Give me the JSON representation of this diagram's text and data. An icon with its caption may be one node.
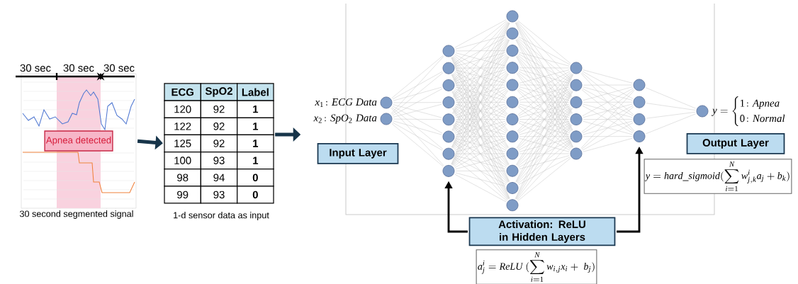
{
  "diagram": {
    "nodes": [
      {
        "text": [],
        "shape": "picture",
        "beside": [
          "30 second segmented signal"
        ]
      },
      {
        "text": [
          "Apnea detected"
        ],
        "in": 0
      },
      {
        "text": [
          "ECG",
          "SpO2",
          "Label",
          "120",
          "92",
          "1",
          "122",
          "92",
          "1",
          "125",
          "92",
          "1",
          "100",
          "93",
          "1",
          "98",
          "94",
          "0",
          "99",
          "93",
          "0"
        ],
        "beside": [
          "1-d sensor data as input"
        ]
      },
      {
        "text": [
          "Input Layer"
        ]
      },
      {
        "text": [],
        "shape": "circle",
        "beside": [
          "x_1\\colon ECG\\ Data"
        ]
      },
      {
        "text": [],
        "shape": "circle",
        "beside": [
          "x_2\\colon SpO_2\\ Data"
        ]
      },
      {
        "text": [],
        "shape": "circle"
      },
      {
        "text": [],
        "shape": "circle"
      },
      {
        "text": [],
        "shape": "circle"
      },
      {
        "text": [],
        "shape": "circle"
      },
      {
        "text": [],
        "shape": "circle"
      },
      {
        "text": [],
        "shape": "circle"
      },
      {
        "text": [],
        "shape": "circle"
      },
      {
        "text": [],
        "shape": "circle"
      },
      {
        "text": [],
        "shape": "circle"
      },
      {
        "text": [],
        "shape": "circle"
      },
      {
        "text": [],
        "shape": "circle"
      },
      {
        "text": [],
        "shape": "circle"
      },
      {
        "text": [],
        "shape": "circle"
      },
      {
        "text": [],
        "shape": "circle"
      },
      {
        "text": [],
        "shape": "circle"
      },
      {
        "text": [],
        "shape": "circle"
      },
      {
        "text": [],
        "shape": "circle"
      },
      {
        "text": [],
        "shape": "circle"
      },
      {
        "text": [],
        "shape": "circle"
      },
      {
        "text": [],
        "shape": "circle"
      },
      {
        "text": [],
        "shape": "circle"
      },
      {
        "text": [],
        "shape": "circle"
      },
      {
        "text": [],
        "shape": "circle"
      },
      {
        "text": [],
        "shape": "circle"
      },
      {
        "text": [],
        "shape": "circle"
      },
      {
        "text": [],
        "shape": "circle"
      },
      {
        "text": [],
        "shape": "circle"
      },
      {
        "text": [],
        "shape": "circle"
      },
      {
        "text": [],
        "shape": "circle"
      },
      {
        "text": [],
        "shape": "circle"
      },
      {
        "text": [],
        "shape": "circle",
        "beside": [
          "y=\\begin{cases}1\\colon Apnea\\\\0\\colon Normal\\end{cases}"
        ]
      },
      {
        "text": [
          "Output Layer"
        ]
      },
      {
        "text": [
          "y=hard\\_sigmoid(\\sum_{i=1}^{N}w_{j,k}^{i}a_j+b_k)"
        ]
      },
      {
        "text": [
          "Activation: ReLU in Hidden Layers"
        ]
      },
      {
        "text": [
          "a_j^i=ReLU\\ (\\sum_{i=1}^{N}w_{i,j}x_i+\\ b_j)"
        ]
      }
    ],
    "edges": [
      {
        "from": 0,
        "to": 2,
        "arrow": "to",
        "style": "thick",
        "color": "#17354a"
      },
      {
        "from": 2,
        "to": null,
        "arrow": "to",
        "style": "thick",
        "color": "#17354a"
      },
      {
        "from": 39,
        "to": 13,
        "arrow": "to",
        "style": "thick",
        "color": "#000000"
      },
      {
        "from": 39,
        "to": 35,
        "arrow": "to",
        "style": "thick",
        "color": "#000000"
      },
      {
        "from": 4,
        "to": 6,
        "arrow": "none"
      },
      {
        "from": 4,
        "to": 7,
        "arrow": "none"
      },
      {
        "from": 4,
        "to": 8,
        "arrow": "none"
      },
      {
        "from": 4,
        "to": 9,
        "arrow": "none"
      },
      {
        "from": 4,
        "to": 10,
        "arrow": "none"
      },
      {
        "from": 4,
        "to": 11,
        "arrow": "none"
      },
      {
        "from": 4,
        "to": 12,
        "arrow": "none"
      },
      {
        "from": 4,
        "to": 13,
        "arrow": "none"
      },
      {
        "from": 5,
        "to": 6,
        "arrow": "none"
      },
      {
        "from": 5,
        "to": 7,
        "arrow": "none"
      },
      {
        "from": 5,
        "to": 8,
        "arrow": "none"
      },
      {
        "from": 5,
        "to": 9,
        "arrow": "none"
      },
      {
        "from": 5,
        "to": 10,
        "arrow": "none"
      },
      {
        "from": 5,
        "to": 11,
        "arrow": "none"
      },
      {
        "from": 5,
        "to": 12,
        "arrow": "none"
      },
      {
        "from": 5,
        "to": 13,
        "arrow": "none"
      },
      {
        "from": 6,
        "to": 14,
        "arrow": "none"
      },
      {
        "from": 6,
        "to": 15,
        "arrow": "none"
      },
      {
        "from": 6,
        "to": 16,
        "arrow": "none"
      },
      {
        "from": 6,
        "to": 17,
        "arrow": "none"
      },
      {
        "from": 6,
        "to": 18,
        "arrow": "none"
      },
      {
        "from": 6,
        "to": 19,
        "arrow": "none"
      },
      {
        "from": 6,
        "to": 20,
        "arrow": "none"
      },
      {
        "from": 6,
        "to": 21,
        "arrow": "none"
      },
      {
        "from": 6,
        "to": 22,
        "arrow": "none"
      },
      {
        "from": 6,
        "to": 23,
        "arrow": "none"
      },
      {
        "from": 6,
        "to": 24,
        "arrow": "none"
      },
      {
        "from": 6,
        "to": 25,
        "arrow": "none"
      },
      {
        "from": 7,
        "to": 14,
        "arrow": "none"
      },
      {
        "from": 7,
        "to": 15,
        "arrow": "none"
      },
      {
        "from": 7,
        "to": 16,
        "arrow": "none"
      },
      {
        "from": 7,
        "to": 17,
        "arrow": "none"
      },
      {
        "from": 7,
        "to": 18,
        "arrow": "none"
      },
      {
        "from": 7,
        "to": 19,
        "arrow": "none"
      },
      {
        "from": 7,
        "to": 20,
        "arrow": "none"
      },
      {
        "from": 7,
        "to": 21,
        "arrow": "none"
      },
      {
        "from": 7,
        "to": 22,
        "arrow": "none"
      },
      {
        "from": 7,
        "to": 23,
        "arrow": "none"
      },
      {
        "from": 7,
        "to": 24,
        "arrow": "none"
      },
      {
        "from": 7,
        "to": 25,
        "arrow": "none"
      },
      {
        "from": 8,
        "to": 14,
        "arrow": "none"
      },
      {
        "from": 8,
        "to": 15,
        "arrow": "none"
      },
      {
        "from": 8,
        "to": 16,
        "arrow": "none"
      },
      {
        "from": 8,
        "to": 17,
        "arrow": "none"
      },
      {
        "from": 8,
        "to": 18,
        "arrow": "none"
      },
      {
        "from": 8,
        "to": 19,
        "arrow": "none"
      },
      {
        "from": 8,
        "to": 20,
        "arrow": "none"
      },
      {
        "from": 8,
        "to": 21,
        "arrow": "none"
      },
      {
        "from": 8,
        "to": 22,
        "arrow": "none"
      },
      {
        "from": 8,
        "to": 23,
        "arrow": "none"
      },
      {
        "from": 8,
        "to": 24,
        "arrow": "none"
      },
      {
        "from": 8,
        "to": 25,
        "arrow": "none"
      },
      {
        "from": 9,
        "to": 14,
        "arrow": "none"
      },
      {
        "from": 9,
        "to": 15,
        "arrow": "none"
      },
      {
        "from": 9,
        "to": 16,
        "arrow": "none"
      },
      {
        "from": 9,
        "to": 17,
        "arrow": "none"
      },
      {
        "from": 9,
        "to": 18,
        "arrow": "none"
      },
      {
        "from": 9,
        "to": 19,
        "arrow": "none"
      },
      {
        "from": 9,
        "to": 20,
        "arrow": "none"
      },
      {
        "from": 9,
        "to": 21,
        "arrow": "none"
      },
      {
        "from": 9,
        "to": 22,
        "arrow": "none"
      },
      {
        "from": 9,
        "to": 23,
        "arrow": "none"
      },
      {
        "from": 9,
        "to": 24,
        "arrow": "none"
      },
      {
        "from": 9,
        "to": 25,
        "arrow": "none"
      },
      {
        "from": 10,
        "to": 14,
        "arrow": "none"
      },
      {
        "from": 10,
        "to": 15,
        "arrow": "none"
      },
      {
        "from": 10,
        "to": 16,
        "arrow": "none"
      },
      {
        "from": 10,
        "to": 17,
        "arrow": "none"
      },
      {
        "from": 10,
        "to": 18,
        "arrow": "none"
      },
      {
        "from": 10,
        "to": 19,
        "arrow": "none"
      },
      {
        "from": 10,
        "to": 20,
        "arrow": "none"
      },
      {
        "from": 10,
        "to": 21,
        "arrow": "none"
      },
      {
        "from": 10,
        "to": 22,
        "arrow": "none"
      },
      {
        "from": 10,
        "to": 23,
        "arrow": "none"
      },
      {
        "from": 10,
        "to": 24,
        "arrow": "none"
      },
      {
        "from": 10,
        "to": 25,
        "arrow": "none"
      },
      {
        "from": 11,
        "to": 14,
        "arrow": "none"
      },
      {
        "from": 11,
        "to": 15,
        "arrow": "none"
      },
      {
        "from": 11,
        "to": 16,
        "arrow": "none"
      },
      {
        "from": 11,
        "to": 17,
        "arrow": "none"
      },
      {
        "from": 11,
        "to": 18,
        "arrow": "none"
      },
      {
        "from": 11,
        "to": 19,
        "arrow": "none"
      },
      {
        "from": 11,
        "to": 20,
        "arrow": "none"
      },
      {
        "from": 11,
        "to": 21,
        "arrow": "none"
      },
      {
        "from": 11,
        "to": 22,
        "arrow": "none"
      },
      {
        "from": 11,
        "to": 23,
        "arrow": "none"
      },
      {
        "from": 11,
        "to": 24,
        "arrow": "none"
      },
      {
        "from": 11,
        "to": 25,
        "arrow": "none"
      },
      {
        "from": 12,
        "to": 14,
        "arrow": "none"
      },
      {
        "from": 12,
        "to": 15,
        "arrow": "none"
      },
      {
        "from": 12,
        "to": 16,
        "arrow": "none"
      },
      {
        "from": 12,
        "to": 17,
        "arrow": "none"
      },
      {
        "from": 12,
        "to": 18,
        "arrow": "none"
      },
      {
        "from": 12,
        "to": 19,
        "arrow": "none"
      },
      {
        "from": 12,
        "to": 20,
        "arrow": "none"
      },
      {
        "from": 12,
        "to": 21,
        "arrow": "none"
      },
      {
        "from": 12,
        "to": 22,
        "arrow": "none"
      },
      {
        "from": 12,
        "to": 23,
        "arrow": "none"
      },
      {
        "from": 12,
        "to": 24,
        "arrow": "none"
      },
      {
        "from": 12,
        "to": 25,
        "arrow": "none"
      },
      {
        "from": 13,
        "to": 14,
        "arrow": "none"
      },
      {
        "from": 13,
        "to": 15,
        "arrow": "none"
      },
      {
        "from": 13,
        "to": 16,
        "arrow": "none"
      },
      {
        "from": 13,
        "to": 17,
        "arrow": "none"
      },
      {
        "from": 13,
        "to": 18,
        "arrow": "none"
      },
      {
        "from": 13,
        "to": 19,
        "arrow": "none"
      },
      {
        "from": 13,
        "to": 20,
        "arrow": "none"
      },
      {
        "from": 13,
        "to": 21,
        "arrow": "none"
      },
      {
        "from": 13,
        "to": 22,
        "arrow": "none"
      },
      {
        "from": 13,
        "to": 23,
        "arrow": "none"
      },
      {
        "from": 13,
        "to": 24,
        "arrow": "none"
      },
      {
        "from": 13,
        "to": 25,
        "arrow": "none"
      },
      {
        "from": 14,
        "to": 26,
        "arrow": "none"
      },
      {
        "from": 14,
        "to": 27,
        "arrow": "none"
      },
      {
        "from": 14,
        "to": 28,
        "arrow": "none"
      },
      {
        "from": 14,
        "to": 29,
        "arrow": "none"
      },
      {
        "from": 14,
        "to": 30,
        "arrow": "none"
      },
      {
        "from": 14,
        "to": 31,
        "arrow": "none"
      },
      {
        "from": 15,
        "to": 26,
        "arrow": "none"
      },
      {
        "from": 15,
        "to": 27,
        "arrow": "none"
      },
      {
        "from": 15,
        "to": 28,
        "arrow": "none"
      },
      {
        "from": 15,
        "to": 29,
        "arrow": "none"
      },
      {
        "from": 15,
        "to": 30,
        "arrow": "none"
      },
      {
        "from": 15,
        "to": 31,
        "arrow": "none"
      },
      {
        "from": 16,
        "to": 26,
        "arrow": "none"
      },
      {
        "from": 16,
        "to": 27,
        "arrow": "none"
      },
      {
        "from": 16,
        "to": 28,
        "arrow": "none"
      },
      {
        "from": 16,
        "to": 29,
        "arrow": "none"
      },
      {
        "from": 16,
        "to": 30,
        "arrow": "none"
      },
      {
        "from": 16,
        "to": 31,
        "arrow": "none"
      },
      {
        "from": 17,
        "to": 26,
        "arrow": "none"
      },
      {
        "from": 17,
        "to": 27,
        "arrow": "none"
      },
      {
        "from": 17,
        "to": 28,
        "arrow": "none"
      },
      {
        "from": 17,
        "to": 29,
        "arrow": "none"
      },
      {
        "from": 17,
        "to": 30,
        "arrow": "none"
      },
      {
        "from": 17,
        "to": 31,
        "arrow": "none"
      },
      {
        "from": 18,
        "to": 26,
        "arrow": "none"
      },
      {
        "from": 18,
        "to": 27,
        "arrow": "none"
      },
      {
        "from": 18,
        "to": 28,
        "arrow": "none"
      },
      {
        "from": 18,
        "to": 29,
        "arrow": "none"
      },
      {
        "from": 18,
        "to": 30,
        "arrow": "none"
      },
      {
        "from": 18,
        "to": 31,
        "arrow": "none"
      },
      {
        "from": 19,
        "to": 26,
        "arrow": "none"
      },
      {
        "from": 19,
        "to": 27,
        "arrow": "none"
      },
      {
        "from": 19,
        "to": 28,
        "arrow": "none"
      },
      {
        "from": 19,
        "to": 29,
        "arrow": "none"
      },
      {
        "from": 19,
        "to": 30,
        "arrow": "none"
      },
      {
        "from": 19,
        "to": 31,
        "arrow": "none"
      },
      {
        "from": 20,
        "to": 26,
        "arrow": "none"
      },
      {
        "from": 20,
        "to": 27,
        "arrow": "none"
      },
      {
        "from": 20,
        "to": 28,
        "arrow": "none"
      },
      {
        "from": 20,
        "to": 29,
        "arrow": "none"
      },
      {
        "from": 20,
        "to": 30,
        "arrow": "none"
      },
      {
        "from": 20,
        "to": 31,
        "arrow": "none"
      },
      {
        "from": 21,
        "to": 26,
        "arrow": "none"
      },
      {
        "from": 21,
        "to": 27,
        "arrow": "none"
      },
      {
        "from": 21,
        "to": 28,
        "arrow": "none"
      },
      {
        "from": 21,
        "to": 29,
        "arrow": "none"
      },
      {
        "from": 21,
        "to": 30,
        "arrow": "none"
      },
      {
        "from": 21,
        "to": 31,
        "arrow": "none"
      },
      {
        "from": 22,
        "to": 26,
        "arrow": "none"
      },
      {
        "from": 22,
        "to": 27,
        "arrow": "none"
      },
      {
        "from": 22,
        "to": 28,
        "arrow": "none"
      },
      {
        "from": 22,
        "to": 29,
        "arrow": "none"
      },
      {
        "from": 22,
        "to": 30,
        "arrow": "none"
      },
      {
        "from": 22,
        "to": 31,
        "arrow": "none"
      },
      {
        "from": 23,
        "to": 26,
        "arrow": "none"
      },
      {
        "from": 23,
        "to": 27,
        "arrow": "none"
      },
      {
        "from": 23,
        "to": 28,
        "arrow": "none"
      },
      {
        "from": 23,
        "to": 29,
        "arrow": "none"
      },
      {
        "from": 23,
        "to": 30,
        "arrow": "none"
      },
      {
        "from": 23,
        "to": 31,
        "arrow": "none"
      },
      {
        "from": 24,
        "to": 26,
        "arrow": "none"
      },
      {
        "from": 24,
        "to": 27,
        "arrow": "none"
      },
      {
        "from": 24,
        "to": 28,
        "arrow": "none"
      },
      {
        "from": 24,
        "to": 29,
        "arrow": "none"
      },
      {
        "from": 24,
        "to": 30,
        "arrow": "none"
      },
      {
        "from": 24,
        "to": 31,
        "arrow": "none"
      },
      {
        "from": 25,
        "to": 26,
        "arrow": "none"
      },
      {
        "from": 25,
        "to": 27,
        "arrow": "none"
      },
      {
        "from": 25,
        "to": 28,
        "arrow": "none"
      },
      {
        "from": 25,
        "to": 29,
        "arrow": "none"
      },
      {
        "from": 25,
        "to": 30,
        "arrow": "none"
      },
      {
        "from": 25,
        "to": 31,
        "arrow": "none"
      },
      {
        "from": 26,
        "to": 32,
        "arrow": "none"
      },
      {
        "from": 26,
        "to": 33,
        "arrow": "none"
      },
      {
        "from": 26,
        "to": 34,
        "arrow": "none"
      },
      {
        "from": 26,
        "to": 35,
        "arrow": "none"
      },
      {
        "from": 27,
        "to": 32,
        "arrow": "none"
      },
      {
        "from": 27,
        "to": 33,
        "arrow": "none"
      },
      {
        "from": 27,
        "to": 34,
        "arrow": "none"
      },
      {
        "from": 27,
        "to": 35,
        "arrow": "none"
      },
      {
        "from": 28,
        "to": 32,
        "arrow": "none"
      },
      {
        "from": 28,
        "to": 33,
        "arrow": "none"
      },
      {
        "from": 28,
        "to": 34,
        "arrow": "none"
      },
      {
        "from": 28,
        "to": 35,
        "arrow": "none"
      },
      {
        "from": 29,
        "to": 32,
        "arrow": "none"
      },
      {
        "from": 29,
        "to": 33,
        "arrow": "none"
      },
      {
        "from": 29,
        "to": 34,
        "arrow": "none"
      },
      {
        "from": 29,
        "to": 35,
        "arrow": "none"
      },
      {
        "from": 30,
        "to": 32,
        "arrow": "none"
      },
      {
        "from": 30,
        "to": 33,
        "arrow": "none"
      },
      {
        "from": 30,
        "to": 34,
        "arrow": "none"
      },
      {
        "from": 30,
        "to": 35,
        "arrow": "none"
      },
      {
        "from": 31,
        "to": 32,
        "arrow": "none"
      },
      {
        "from": 31,
        "to": 33,
        "arrow": "none"
      },
      {
        "from": 31,
        "to": 34,
        "arrow": "none"
      },
      {
        "from": 31,
        "to": 35,
        "arrow": "none"
      },
      {
        "from": 32,
        "to": 36,
        "arrow": "none"
      },
      {
        "from": 33,
        "to": 36,
        "arrow": "none"
      },
      {
        "from": 34,
        "to": 36,
        "arrow": "none"
      },
      {
        "from": 35,
        "to": 36,
        "arrow": "none"
      }
    ],
    "labels": [
      "30 sec",
      "30 sec",
      "30 sec"
    ]
  }
}
